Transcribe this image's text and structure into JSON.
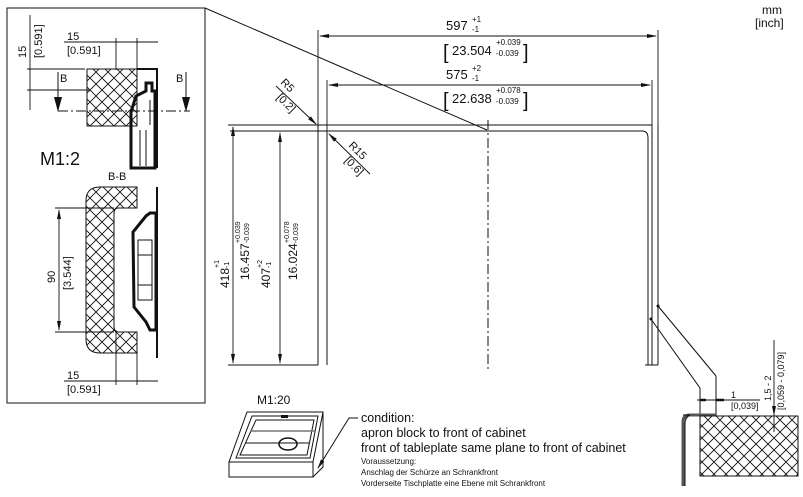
{
  "units": {
    "primary": "mm",
    "secondary": "[inch]"
  },
  "detail_view": {
    "scale_label": "M1:2",
    "section_label": "B-B",
    "section_markers": [
      "B",
      "B"
    ],
    "dims": {
      "top_vertical": {
        "mm": "15",
        "inch": "[0.591]"
      },
      "top_horizontal": {
        "mm": "15",
        "inch": "[0.591]"
      },
      "section_height": {
        "mm": "90",
        "inch": "[3.544]"
      },
      "bottom_horizontal": {
        "mm": "15",
        "inch": "[0.591]"
      }
    }
  },
  "main_view": {
    "width_outer": {
      "mm": "597",
      "tol_plus": "+1",
      "tol_minus": "-1",
      "inch": "23.504",
      "inch_tol_plus": "+0.039",
      "inch_tol_minus": "-0.039"
    },
    "width_inner": {
      "mm": "575",
      "tol_plus": "+2",
      "tol_minus": "-1",
      "inch": "22.638",
      "inch_tol_plus": "+0.078",
      "inch_tol_minus": "-0.039"
    },
    "height_outer": {
      "mm": "418",
      "tol_plus": "+1",
      "tol_minus": "-1",
      "inch": "16.457",
      "inch_tol_plus": "+0.039",
      "inch_tol_minus": "-0.039"
    },
    "height_inner": {
      "mm": "407",
      "tol_plus": "+2",
      "tol_minus": "-1",
      "inch": "16.024",
      "inch_tol_plus": "+0.078",
      "inch_tol_minus": "-0.039"
    },
    "radius_outer": {
      "mm": "R5",
      "inch": "[0.2]"
    },
    "radius_inner": {
      "mm": "R15",
      "inch": "[0.6]"
    }
  },
  "edge_detail": {
    "gap": {
      "mm": "1",
      "inch": "[0,039]"
    },
    "depth": {
      "mm": "1,5 - 2",
      "inch": "[0,059 - 0,079]"
    }
  },
  "iso_view": {
    "scale_label": "M1:20"
  },
  "notes": {
    "en_title": "condition:",
    "en_lines": [
      "apron block to front of cabinet",
      "front of tableplate same plane to front of cabinet"
    ],
    "de_title": "Voraussetzung:",
    "de_lines": [
      "Anschlag der Schürze an Schrankfront",
      "Vorderseite Tischplatte eine Ebene mit Schrankfront"
    ]
  }
}
